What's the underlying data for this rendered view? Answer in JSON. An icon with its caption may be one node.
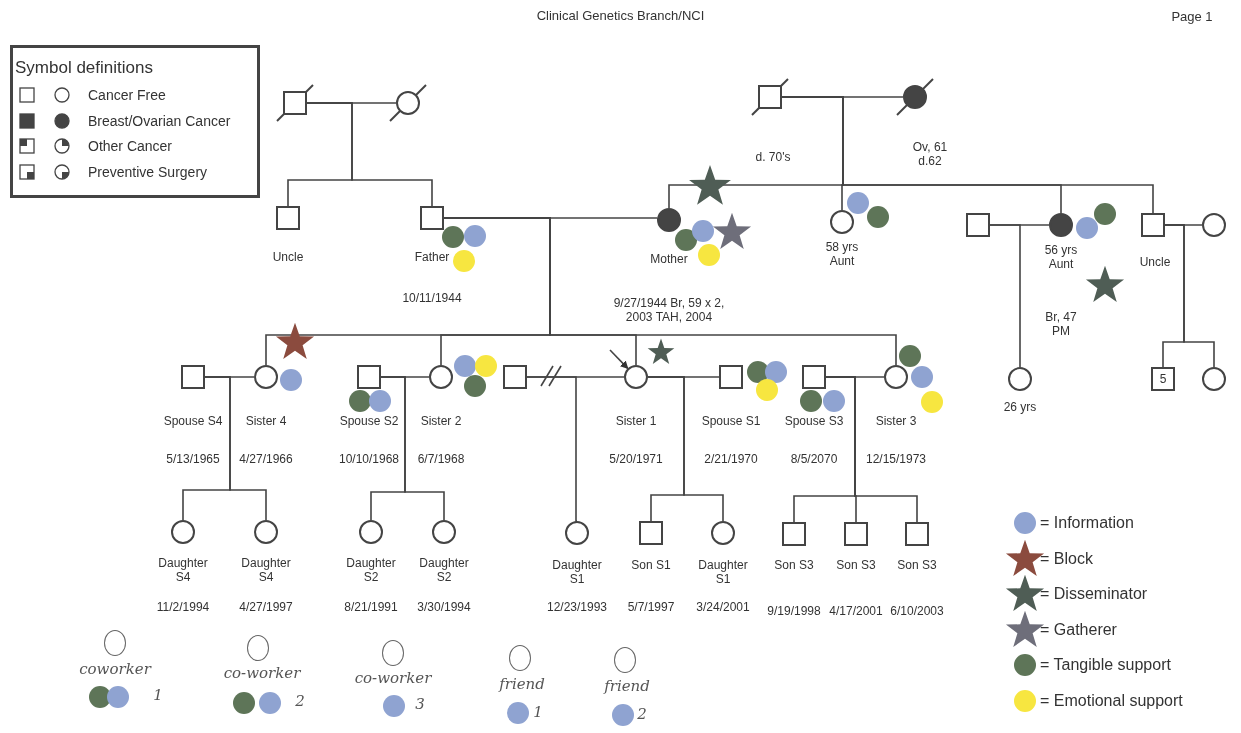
{
  "diagram": {
    "title": "Clinical Genetics Branch/NCI",
    "nodes": [
      {
        "text": [],
        "shape": "box"
      },
      {
        "text": [],
        "shape": "circle"
      },
      {
        "text": [],
        "shape": "box",
        "beside": [
          "d. 70's"
        ]
      },
      {
        "text": [],
        "shape": "circle",
        "beside": [
          "Ov, 61 d.62"
        ]
      },
      {
        "text": [],
        "shape": "box",
        "beside": [
          "Uncle"
        ]
      },
      {
        "text": [],
        "shape": "box",
        "beside": [
          "Father",
          "10/11/1944"
        ]
      },
      {
        "text": [],
        "shape": "circle",
        "beside": [
          "Mother",
          "9/27/1944 Br, 59 x 2, 2003 TAH, 2004"
        ]
      },
      {
        "text": [],
        "shape": "circle",
        "beside": [
          "58 yrs Aunt"
        ]
      },
      {
        "text": [],
        "shape": "box"
      },
      {
        "text": [],
        "shape": "circle",
        "beside": [
          "56 yrs Aunt",
          "Br, 47 PM"
        ]
      },
      {
        "text": [],
        "shape": "box",
        "beside": [
          "Uncle"
        ]
      },
      {
        "text": [],
        "shape": "circle"
      },
      {
        "text": [],
        "shape": "box",
        "beside": [
          "Spouse S4",
          "5/13/1965"
        ]
      },
      {
        "text": [],
        "shape": "circle",
        "beside": [
          "Sister 4",
          "4/27/1966"
        ]
      },
      {
        "text": [],
        "shape": "box",
        "beside": [
          "Spouse S2",
          "10/10/1968"
        ]
      },
      {
        "text": [],
        "shape": "circle",
        "beside": [
          "Sister 2",
          "6/7/1968"
        ]
      },
      {
        "text": [],
        "shape": "box"
      },
      {
        "text": [],
        "shape": "circle",
        "beside": [
          "Sister 1",
          "5/20/1971"
        ]
      },
      {
        "text": [],
        "shape": "box",
        "beside": [
          "Spouse S1",
          "2/21/1970"
        ]
      },
      {
        "text": [],
        "shape": "box",
        "beside": [
          "Spouse S3",
          "8/5/2070"
        ]
      },
      {
        "text": [],
        "shape": "circle",
        "beside": [
          "Sister 3",
          "12/15/1973"
        ]
      },
      {
        "text": [],
        "shape": "circle",
        "beside": [
          "26 yrs"
        ]
      },
      {
        "text": [
          "5"
        ]
      },
      {
        "text": [],
        "shape": "circle"
      },
      {
        "text": [],
        "shape": "circle",
        "beside": [
          "Daughter S4",
          "11/2/1994"
        ]
      },
      {
        "text": [],
        "shape": "circle",
        "beside": [
          "Daughter S4",
          "4/27/1997"
        ]
      },
      {
        "text": [],
        "shape": "circle",
        "beside": [
          "Daughter S2",
          "8/21/1991"
        ]
      },
      {
        "text": [],
        "shape": "circle",
        "beside": [
          "Daughter S2",
          "3/30/1994"
        ]
      },
      {
        "text": [],
        "shape": "circle",
        "beside": [
          "Daughter S1",
          "12/23/1993"
        ]
      },
      {
        "text": [],
        "shape": "box",
        "beside": [
          "Son S1",
          "5/7/1997"
        ]
      },
      {
        "text": [],
        "shape": "circle",
        "beside": [
          "Daughter S1",
          "3/24/2001"
        ]
      },
      {
        "text": [],
        "shape": "box",
        "beside": [
          "Son S3",
          "9/19/1998"
        ]
      },
      {
        "text": [],
        "shape": "box",
        "beside": [
          "Son S3",
          "4/17/2001"
        ]
      },
      {
        "text": [],
        "shape": "box",
        "beside": [
          "Son S3",
          "6/10/2003"
        ]
      },
      {
        "text": [],
        "shape": "circle",
        "beside": [
          "coworker",
          "1"
        ]
      },
      {
        "text": [],
        "shape": "circle",
        "beside": [
          "co-worker",
          "2"
        ]
      },
      {
        "text": [],
        "shape": "circle",
        "beside": [
          "co-worker",
          "3"
        ]
      },
      {
        "text": [],
        "shape": "circle",
        "beside": [
          "friend",
          "1"
        ]
      },
      {
        "text": [],
        "shape": "circle",
        "beside": [
          "friend",
          "2"
        ]
      }
    ],
    "edges": [
      {
        "from": 0,
        "to": 1,
        "arrow": "none"
      },
      {
        "from": 2,
        "to": 3,
        "arrow": "none"
      },
      {
        "from": 0,
        "to": 4,
        "arrow": "none"
      },
      {
        "from": 0,
        "to": 5,
        "arrow": "none"
      },
      {
        "from": 2,
        "to": 6,
        "arrow": "none"
      },
      {
        "from": 2,
        "to": 7,
        "arrow": "none"
      },
      {
        "from": 2,
        "to": 9,
        "arrow": "none"
      },
      {
        "from": 2,
        "to": 10,
        "arrow": "none"
      },
      {
        "from": 5,
        "to": 6,
        "arrow": "none"
      },
      {
        "from": 8,
        "to": 9,
        "arrow": "none"
      },
      {
        "from": 10,
        "to": 11,
        "arrow": "none"
      },
      {
        "from": 5,
        "to": 13,
        "arrow": "none"
      },
      {
        "from": 5,
        "to": 15,
        "arrow": "none"
      },
      {
        "from": 5,
        "to": 17,
        "arrow": "none"
      },
      {
        "from": 5,
        "to": 20,
        "arrow": "none"
      },
      {
        "from": 8,
        "to": 21,
        "arrow": "none"
      },
      {
        "from": 10,
        "to": 22,
        "arrow": "none"
      },
      {
        "from": 10,
        "to": 23,
        "arrow": "none"
      },
      {
        "from": 12,
        "to": 13,
        "arrow": "none"
      },
      {
        "from": 14,
        "to": 15,
        "arrow": "none"
      },
      {
        "from": 16,
        "to": 17,
        "arrow": "none"
      },
      {
        "from": 17,
        "to": 18,
        "arrow": "none"
      },
      {
        "from": 19,
        "to": 20,
        "arrow": "none"
      },
      {
        "from": 12,
        "to": 24,
        "arrow": "none"
      },
      {
        "from": 12,
        "to": 25,
        "arrow": "none"
      },
      {
        "from": 14,
        "to": 26,
        "arrow": "none"
      },
      {
        "from": 14,
        "to": 27,
        "arrow": "none"
      },
      {
        "from": 16,
        "to": 28,
        "arrow": "none"
      },
      {
        "from": 17,
        "to": 29,
        "arrow": "none"
      },
      {
        "from": 17,
        "to": 30,
        "arrow": "none"
      },
      {
        "from": 19,
        "to": 31,
        "arrow": "none"
      },
      {
        "from": 19,
        "to": 32,
        "arrow": "none"
      },
      {
        "from": 19,
        "to": 33,
        "arrow": "none"
      },
      {
        "from": null,
        "to": 17,
        "arrow": "to"
      }
    ],
    "labels": [
      "Page 1",
      "Symbol definitions"
    ],
    "legend": [
      {
        "text": "Cancer Free"
      },
      {
        "text": "Breast/Ovarian Cancer"
      },
      {
        "text": "Other Cancer"
      },
      {
        "text": "Preventive Surgery"
      },
      {
        "text": "= Information",
        "color": "#8fa3d1"
      },
      {
        "text": "= Block"
      },
      {
        "text": "= Disseminator"
      },
      {
        "text": "= Gatherer"
      },
      {
        "text": "= Tangible support",
        "color": "#5e7558"
      },
      {
        "text": "= Emotional support",
        "color": "#f7e640"
      }
    ]
  }
}
